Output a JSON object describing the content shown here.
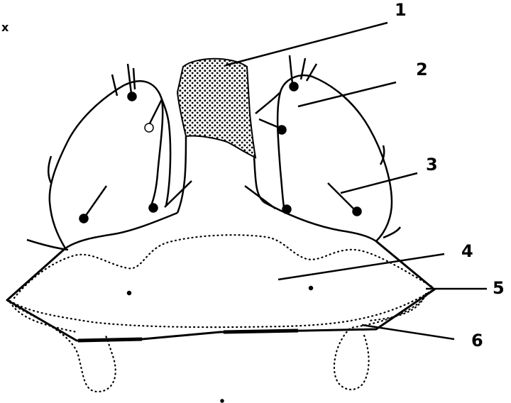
{
  "figure": {
    "corner_mark": "x",
    "callouts": [
      {
        "id": "1",
        "label": "1"
      },
      {
        "id": "2",
        "label": "2"
      },
      {
        "id": "3",
        "label": "3"
      },
      {
        "id": "4",
        "label": "4"
      },
      {
        "id": "5",
        "label": "5"
      },
      {
        "id": "6",
        "label": "6"
      }
    ]
  },
  "colors": {
    "ink": "#000000",
    "background": "#ffffff"
  }
}
